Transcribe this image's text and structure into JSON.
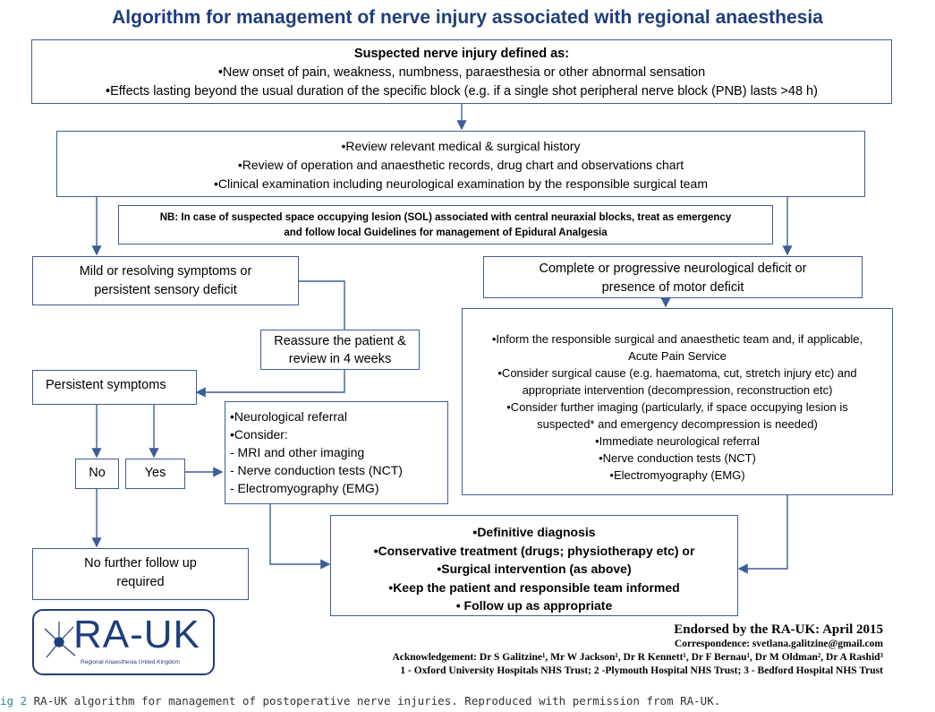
{
  "title": "Algorithm for management of nerve injury associated with regional anaesthesia",
  "box_suspected": {
    "heading": "Suspected nerve injury defined as:",
    "lines": [
      "•New onset of pain, weakness, numbness, paraesthesia or other abnormal sensation",
      "•Effects lasting beyond the usual duration of the specific block (e.g. if a single shot peripheral nerve block (PNB) lasts >48 h)"
    ]
  },
  "box_review": {
    "lines": [
      "•Review relevant medical & surgical history",
      "•Review of operation and anaesthetic records, drug chart and observations chart",
      "•Clinical examination including neurological examination by the responsible surgical team"
    ]
  },
  "box_nb": {
    "lines": [
      "NB: In case of suspected space occupying lesion (SOL)  associated with central neuraxial blocks, treat as emergency",
      "and follow local Guidelines for  management of Epidural Analgesia"
    ]
  },
  "box_mild": {
    "lines": [
      "Mild or resolving symptoms  or",
      "persistent sensory deficit"
    ]
  },
  "box_complete": {
    "lines": [
      "Complete or progressive neurological deficit or",
      "presence of motor deficit"
    ]
  },
  "box_reassure": {
    "lines": [
      "Reassure the patient &",
      "review in 4 weeks"
    ]
  },
  "box_persistent": {
    "text": "Persistent symptoms"
  },
  "box_no": {
    "text": "No"
  },
  "box_yes": {
    "text": "Yes"
  },
  "box_neuro": {
    "lines": [
      "•Neurological referral",
      "•Consider:",
      "- MRI and other imaging",
      "- Nerve conduction tests (NCT)",
      "- Electromyography (EMG)"
    ]
  },
  "box_inform": {
    "lines": [
      "•Inform the responsible surgical and anaesthetic team and, if applicable,",
      "Acute Pain Service",
      "•Consider surgical cause (e.g. haematoma, cut, stretch injury etc) and",
      "appropriate intervention (decompression, reconstruction etc)",
      "•Consider further imaging (particularly, if space occupying lesion is",
      "suspected* and emergency decompression is needed)",
      "•Immediate neurological referral",
      "•Nerve conduction tests (NCT)",
      "•Electromyography (EMG)"
    ]
  },
  "box_nofollow": {
    "lines": [
      "No further follow up",
      "required"
    ]
  },
  "box_definitive": {
    "lines": [
      "•Definitive diagnosis",
      "•Conservative treatment (drugs; physiotherapy etc) or",
      "•Surgical intervention (as above)",
      "•Keep the patient and responsible team informed",
      "• Follow up as appropriate"
    ]
  },
  "logo": {
    "text": "RA-UK",
    "subtitle": "Regional Anaesthesia United Kingdom",
    "accent": "#1f3e7a"
  },
  "endorsement": {
    "endorsed": "Endorsed by the RA-UK: April 2015",
    "correspondence": "Correspondence: svetlana.galitzine@gmail.com",
    "acknowledgement": "Acknowledgement: Dr S Galitzine¹, Mr W Jackson¹, Dr R Kennett¹, Dr F Bernau¹, Dr M Oldman², Dr A Rashid³",
    "affiliations": "1 - Oxford University Hospitals NHS Trust; 2 -Plymouth Hospital NHS Trust; 3 - Bedford Hospital NHS Trust"
  },
  "caption": {
    "label": "ig 2",
    "text": "RA-UK algorithm for management of postoperative nerve injuries. Reproduced with permission from RA-UK."
  },
  "colors": {
    "border": "#3d5d96",
    "title": "#1f3e7a",
    "caption_label": "#2a8a8a"
  }
}
